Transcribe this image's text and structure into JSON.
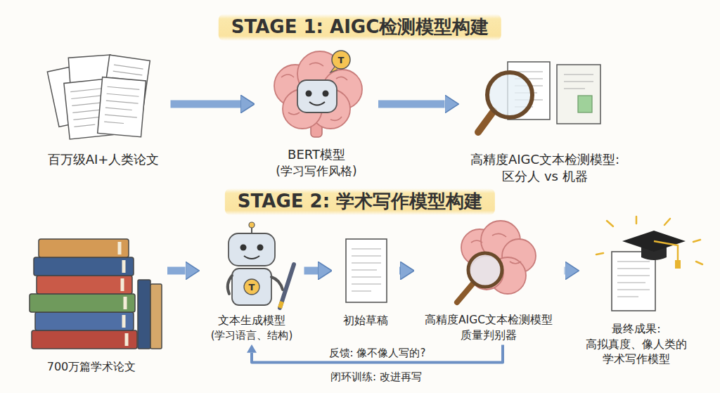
{
  "diagram": {
    "nodes": [
      {
        "text": [
          "百万级AI+人类论文"
        ]
      },
      {
        "text": [
          "BERT模型",
          "(学习写作风格)"
        ]
      },
      {
        "text": [
          "高精度AIGC文本检测模型:",
          "区分人 vs 机器"
        ]
      },
      {
        "text": [
          "700万篇学术论文"
        ]
      },
      {
        "text": [
          "文本生成模型",
          "(学习语言、结构)"
        ]
      },
      {
        "text": [
          "初始草稿"
        ]
      },
      {
        "text": [
          "高精度AIGC文本检测模型",
          "质量判别器"
        ]
      },
      {
        "text": [
          "最终成果:",
          "高拟真度、像人类的学术写作模型"
        ]
      }
    ],
    "edges": [
      {
        "from": 0,
        "to": 1,
        "arrow": "to"
      },
      {
        "from": 1,
        "to": 2,
        "arrow": "to"
      },
      {
        "from": 3,
        "to": 4,
        "arrow": "to"
      },
      {
        "from": 4,
        "to": 5,
        "arrow": "to"
      },
      {
        "from": 5,
        "to": 6,
        "arrow": "to"
      },
      {
        "from": 6,
        "to": 7,
        "arrow": "to"
      },
      {
        "from": 6,
        "to": 4,
        "label": "反馈: 像不像人写的?",
        "arrow": "to"
      }
    ],
    "labels": [
      "STAGE 1: AIGC检测模型构建",
      "STAGE 2: 学术写作模型构建",
      "闭环训练: 改进再写",
      "T",
      "T"
    ]
  }
}
